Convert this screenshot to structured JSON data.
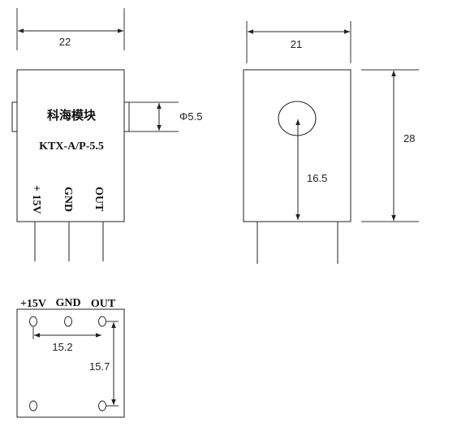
{
  "front_view": {
    "width_dim": "22",
    "hole_dim": "Φ5.5",
    "brand": "科海模块",
    "model": "KTX-A/P-5.5",
    "pins": [
      "+ 15V",
      "GND",
      "OUT"
    ]
  },
  "side_view": {
    "width_dim": "21",
    "height_dim": "28",
    "hole_center_dim": "16.5"
  },
  "bottom_view": {
    "pin_labels": [
      "+15V",
      "GND",
      "OUT"
    ],
    "pin_spacing_dim": "15.2",
    "row_spacing_dim": "15.7"
  }
}
